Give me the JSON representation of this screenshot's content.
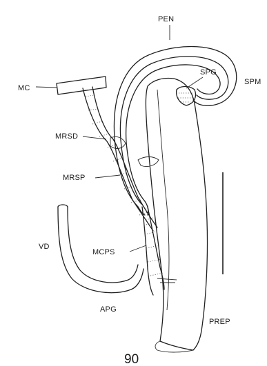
{
  "labels": {
    "pen": "PEN",
    "spg": "SPG",
    "spm": "SPM",
    "mc": "MC",
    "mrsd": "MRSD",
    "mrsp": "MRSP",
    "vd": "VD",
    "mcps": "MCPS",
    "apg": "APG",
    "prep": "PREP"
  },
  "figure_number": "90"
}
